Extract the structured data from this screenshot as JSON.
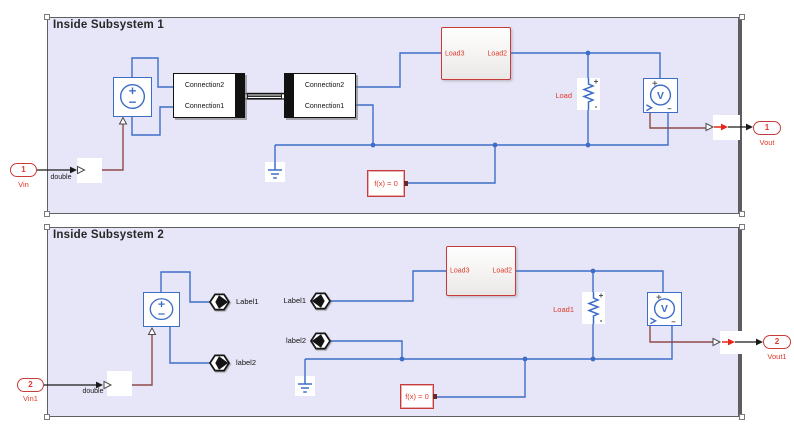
{
  "colors": {
    "wire_blue": "#3D6EC7",
    "wire_ps": "#8F4A48",
    "accent_red": "#C83B3B",
    "label_red": "#E0392B",
    "signal_red": "#E8261A",
    "area_fill": "#E6E6F8",
    "area_border": "#606060"
  },
  "subsystem1": {
    "title": "Inside Subsystem 1",
    "inport": {
      "number": "1",
      "name": "Vin",
      "signal_type": "double"
    },
    "outport": {
      "number": "1",
      "name": "Vout"
    },
    "connection_left_block": {
      "top": "Connection2",
      "bottom": "Connection1"
    },
    "connection_right_block": {
      "top": "Connection2",
      "bottom": "Connection1"
    },
    "load_subsystem": {
      "left": "Load3",
      "right": "Load2"
    },
    "resistor": {
      "label": "Load"
    },
    "voltmeter": {
      "label": "V"
    },
    "solver": {
      "label": "f(x) = 0"
    }
  },
  "subsystem2": {
    "title": "Inside Subsystem 2",
    "inport": {
      "number": "2",
      "name": "Vin1",
      "signal_type": "double"
    },
    "outport": {
      "number": "2",
      "name": "Vout1"
    },
    "goto_tags": [
      {
        "label": "Label1"
      },
      {
        "label": "label2"
      }
    ],
    "from_tags": [
      {
        "label": "Label1"
      },
      {
        "label": "label2"
      }
    ],
    "load_subsystem": {
      "left": "Load3",
      "right": "Load2"
    },
    "resistor": {
      "label": "Load1"
    },
    "voltmeter": {
      "label": "V"
    },
    "solver": {
      "label": "f(x) = 0"
    }
  }
}
